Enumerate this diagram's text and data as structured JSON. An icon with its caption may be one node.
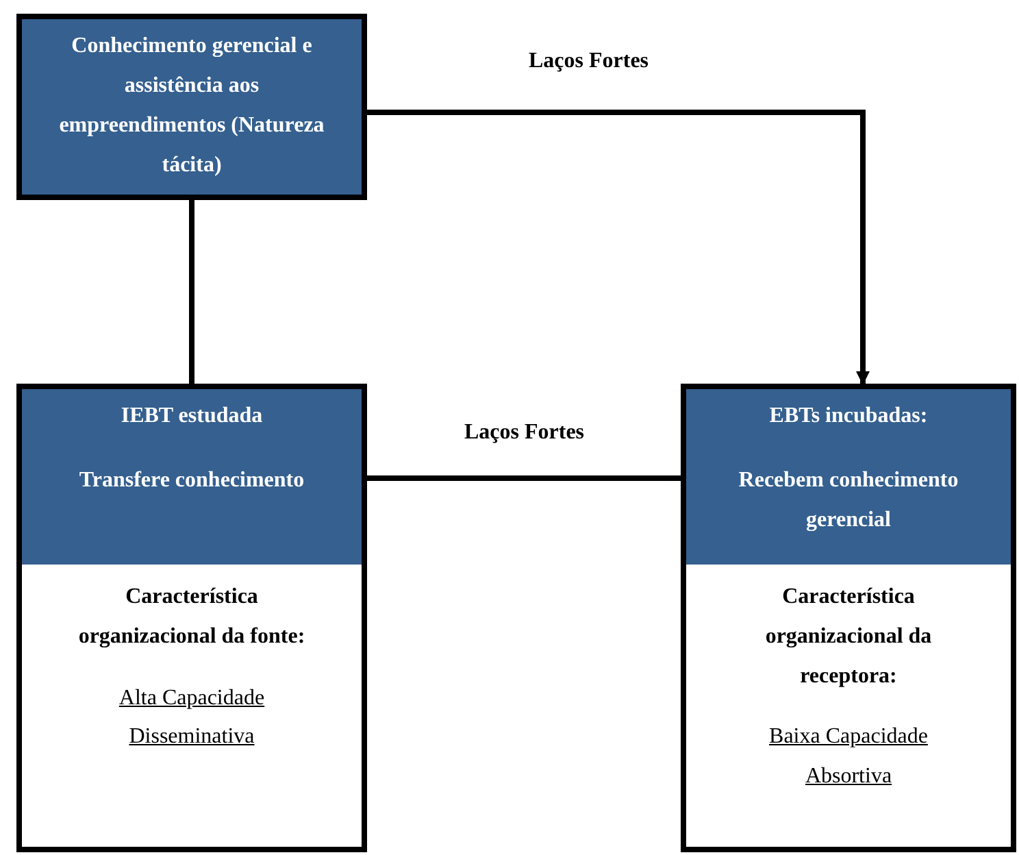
{
  "diagram": {
    "nodes": [
      {
        "text": [
          "Conhecimento gerencial e assistência aos empreendimentos (Natureza tácita)"
        ]
      },
      {
        "text": [
          "IEBT estudada",
          "Transfere conhecimento",
          "Característica organizacional da fonte:",
          "Alta Capacidade Disseminativa"
        ]
      },
      {
        "text": [
          "EBTs incubadas:",
          "Recebem conhecimento gerencial",
          "Característica organizacional da receptora:",
          "Baixa Capacidade Absortiva"
        ]
      }
    ],
    "edges": [
      {
        "from": 0,
        "to": 1,
        "arrow": "none"
      },
      {
        "from": 0,
        "to": 2,
        "arrow": "to",
        "label": "Laços Fortes"
      },
      {
        "from": 1,
        "to": 2,
        "arrow": "none",
        "label": "Laços Fortes"
      }
    ]
  }
}
